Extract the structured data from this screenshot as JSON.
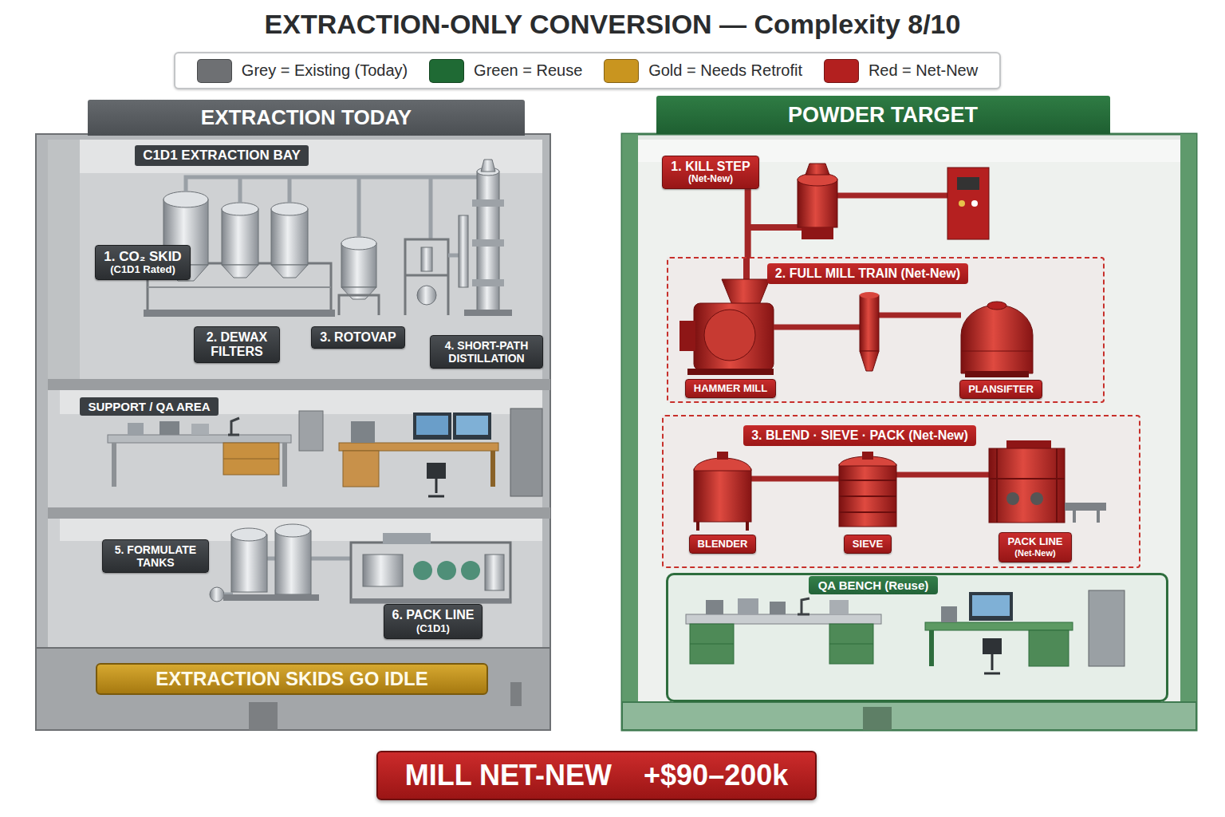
{
  "diagram": {
    "title": "EXTRACTION-ONLY CONVERSION — Complexity 8/10",
    "nodes": [
      {
        "text": [
          "EXTRACTION TODAY"
        ]
      },
      {
        "text": [
          "C1D1 EXTRACTION BAY"
        ],
        "in": 0
      },
      {
        "text": [
          "1. CO₂ SKID",
          "(C1D1 Rated)"
        ],
        "in": 1
      },
      {
        "text": [
          "2. DEWAX FILTERS"
        ],
        "in": 1
      },
      {
        "text": [
          "3. ROTOVAP"
        ],
        "in": 1
      },
      {
        "text": [
          "4. SHORT-PATH DISTILLATION"
        ],
        "in": 1
      },
      {
        "text": [
          "SUPPORT / QA AREA"
        ],
        "in": 0
      },
      {
        "text": [
          "5. FORMULATE TANKS"
        ],
        "in": 0
      },
      {
        "text": [
          "6. PACK LINE",
          "(C1D1)"
        ],
        "in": 0
      },
      {
        "text": [
          "EXTRACTION SKIDS GO IDLE"
        ],
        "in": 0
      },
      {
        "text": [
          "POWDER TARGET"
        ]
      },
      {
        "text": [
          "1. KILL STEP",
          "(Net-New)"
        ],
        "in": 10
      },
      {
        "text": [
          "2. FULL MILL TRAIN (Net-New)"
        ],
        "in": 10
      },
      {
        "text": [
          "HAMMER MILL"
        ],
        "in": 12
      },
      {
        "text": [
          "PLANSIFTER"
        ],
        "in": 12
      },
      {
        "text": [
          "3. BLEND · SIEVE · PACK (Net-New)"
        ],
        "in": 10
      },
      {
        "text": [
          "BLENDER"
        ],
        "in": 15
      },
      {
        "text": [
          "SIEVE"
        ],
        "in": 15
      },
      {
        "text": [
          "PACK LINE",
          "(Net-New)"
        ],
        "in": 15
      },
      {
        "text": [
          "QA BENCH (Reuse)"
        ],
        "in": 10
      },
      {
        "text": [
          "MILL NET-NEW",
          "+$90–200k"
        ]
      }
    ],
    "edges": [
      {
        "from": 11,
        "to": 12,
        "arrow": "none"
      }
    ],
    "legend": [
      {
        "text": "Grey = Existing (Today)",
        "color": "#6e7073"
      },
      {
        "text": "Green = Reuse",
        "color": "#1f6a34"
      },
      {
        "text": "Gold = Needs Retrofit",
        "color": "#c9951f"
      },
      {
        "text": "Red = Net-New",
        "color": "#b3201f"
      }
    ]
  }
}
